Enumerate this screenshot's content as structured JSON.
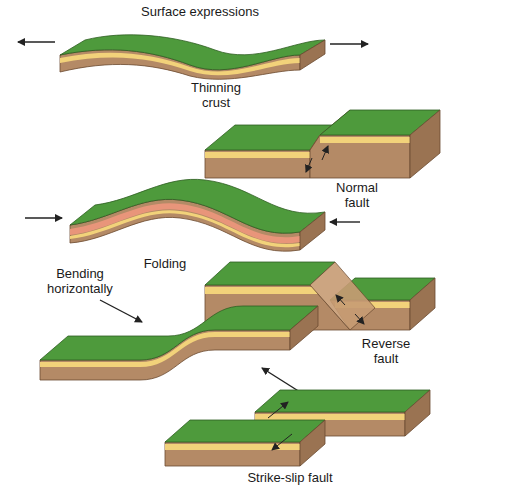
{
  "diagram": {
    "title": "Surface expressions",
    "labels": [
      "Thinning crust",
      "Normal fault",
      "Folding",
      "Bending horizontally",
      "Reverse fault",
      "Strike-slip fault"
    ]
  }
}
